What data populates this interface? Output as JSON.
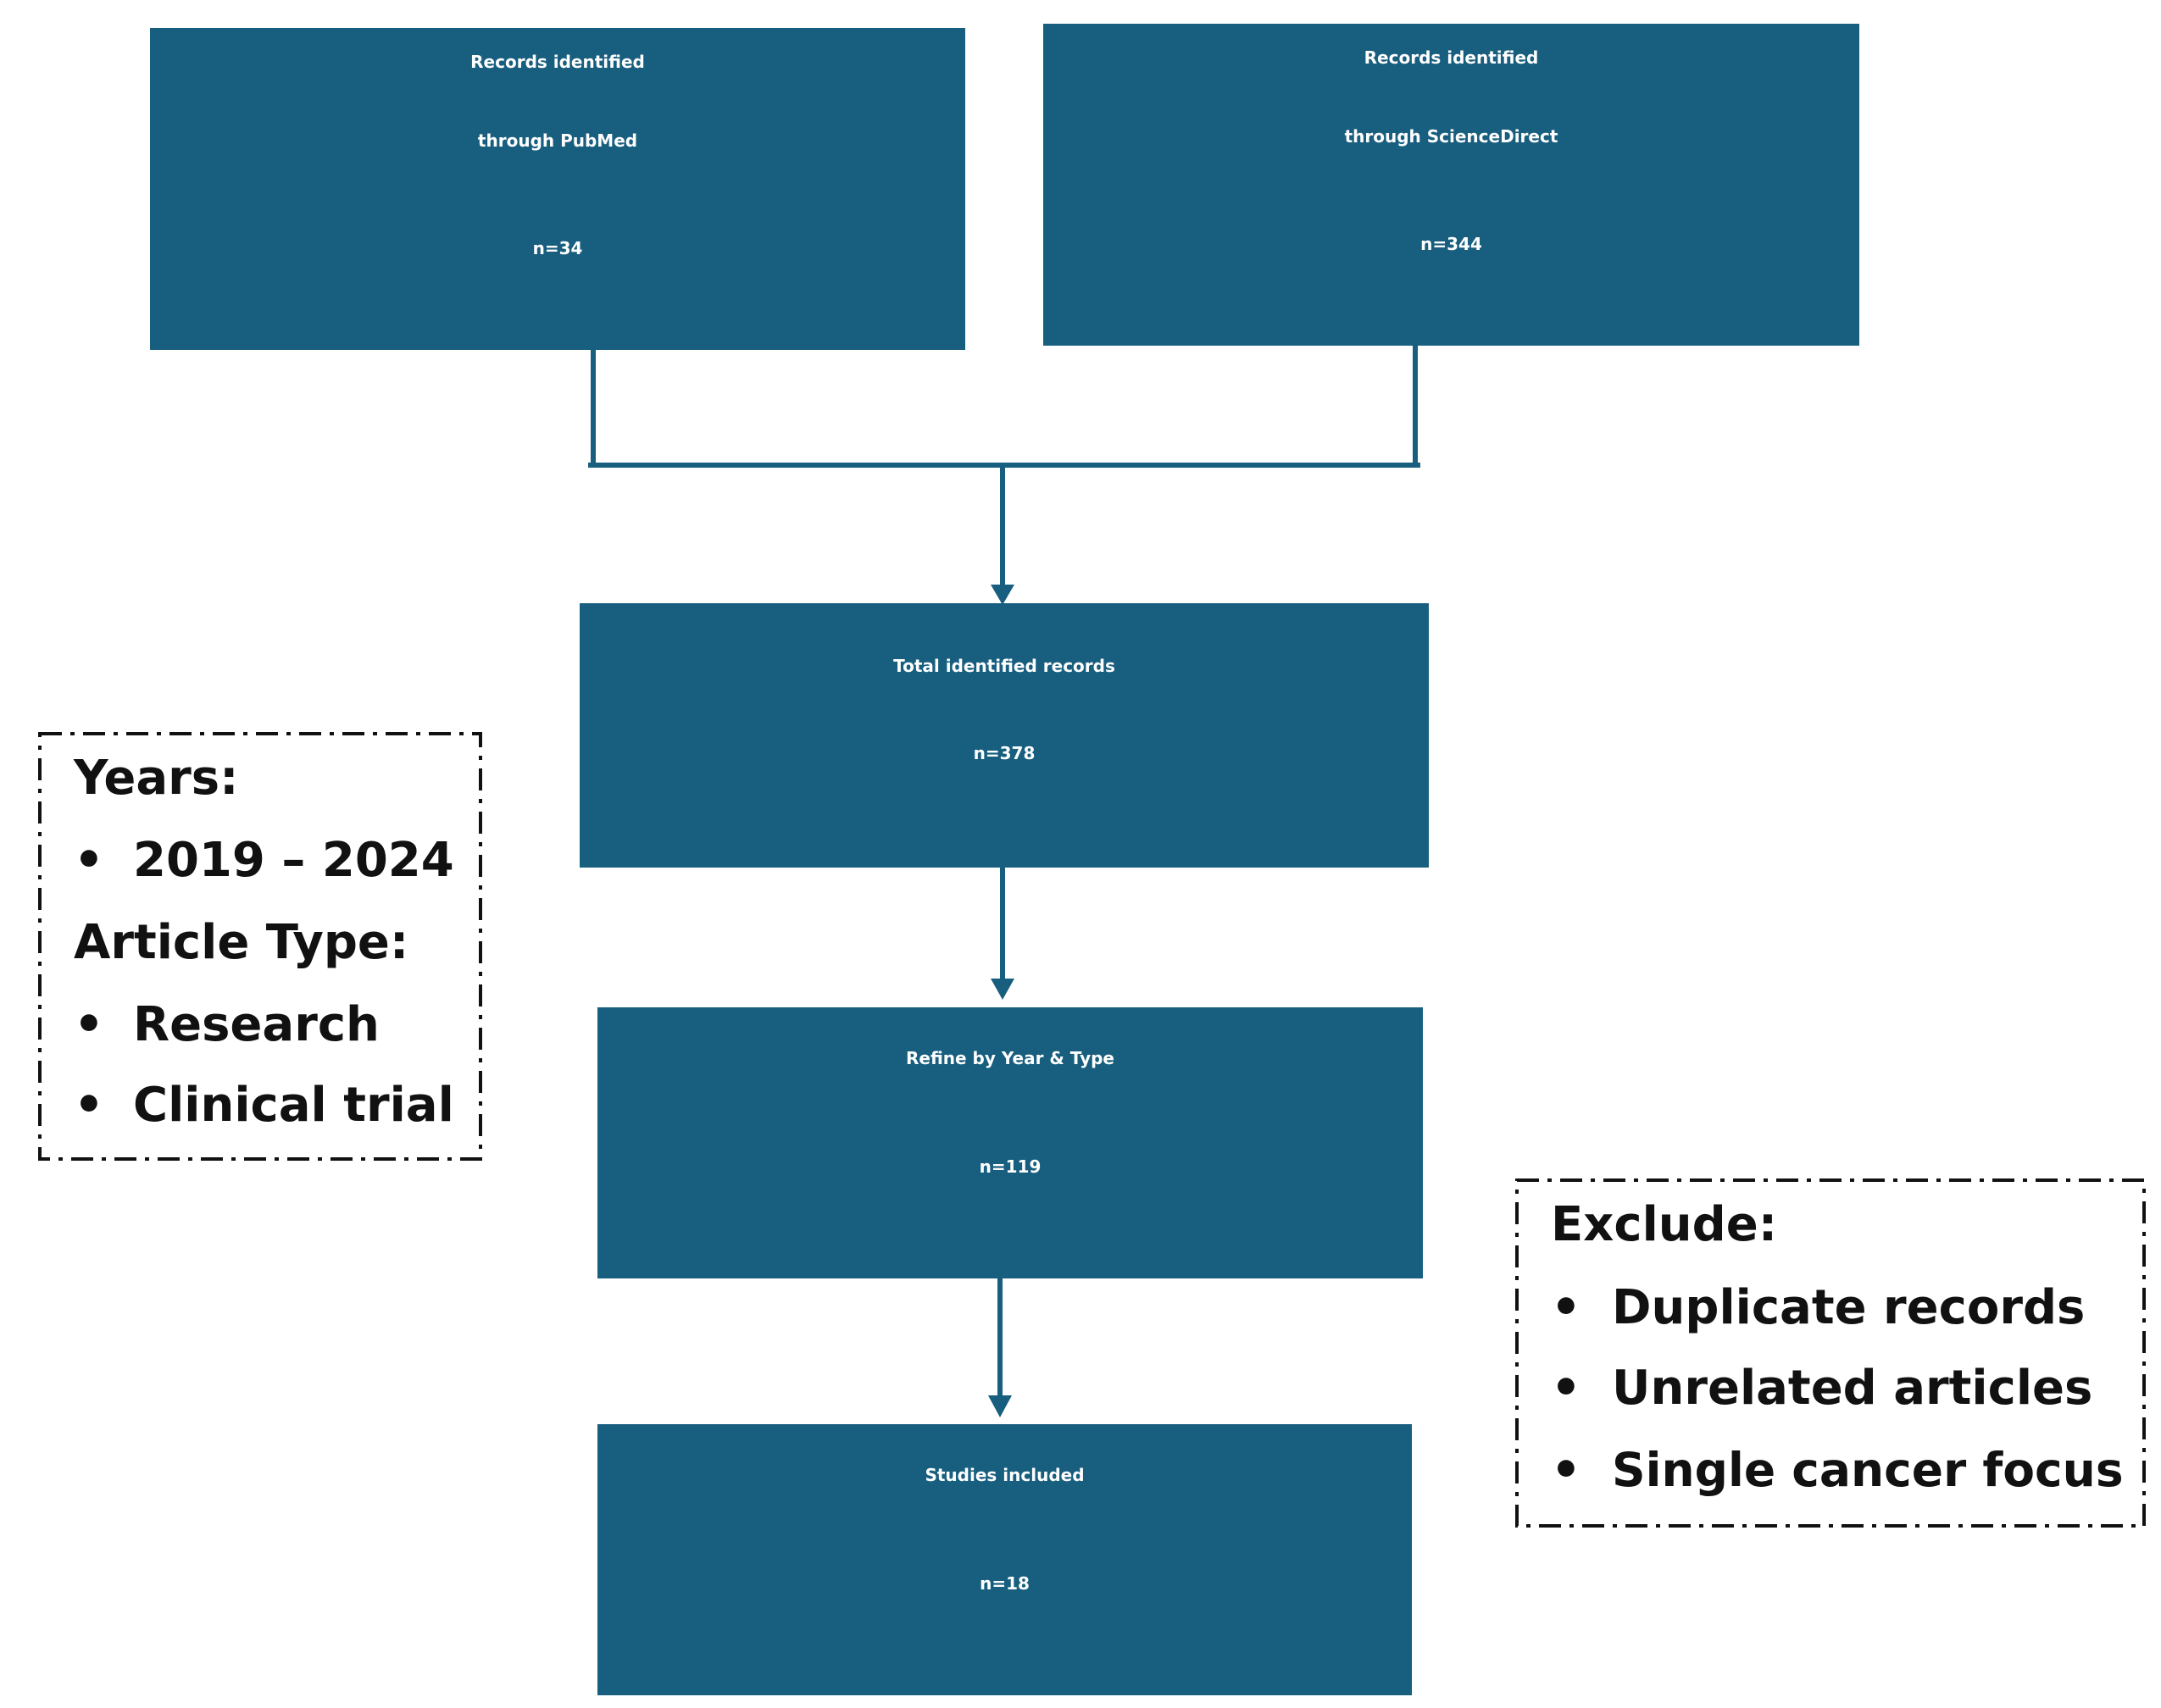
{
  "colors": {
    "box_fill": "#175e7f",
    "connector": "#175e7f",
    "box_text": "#ffffff",
    "note_text": "#111111"
  },
  "boxes": {
    "pubmed": {
      "line1": "Records identified",
      "line2": "through PubMed",
      "count": "n=34"
    },
    "sciencedirect": {
      "line1": "Records identified",
      "line2": "through ScienceDirect",
      "count": "n=344"
    },
    "total": {
      "line1": "Total identified records",
      "count": "n=378"
    },
    "refine": {
      "line1": "Refine by Year & Type",
      "count": "n=119"
    },
    "included": {
      "line1": "Studies included",
      "count": "n=18"
    }
  },
  "criteria": {
    "years_heading": "Years:",
    "years": [
      "2019 – 2024"
    ],
    "type_heading": "Article Type:",
    "types": [
      "Research",
      "Clinical trial"
    ],
    "bullet": "•"
  },
  "exclude": {
    "heading": "Exclude:",
    "items": [
      "Duplicate records",
      "Unrelated articles",
      "Single cancer focus"
    ],
    "bullet": "•"
  }
}
